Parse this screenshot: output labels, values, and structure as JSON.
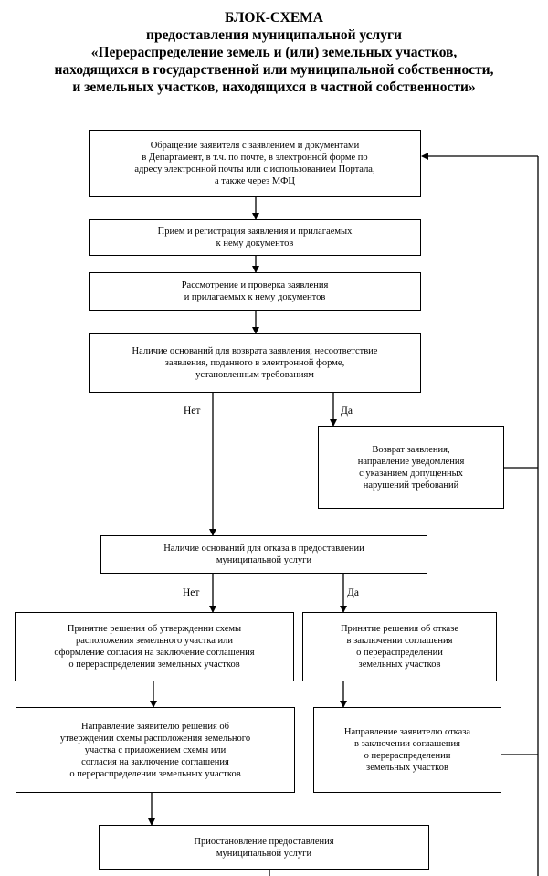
{
  "title": {
    "line1": "БЛОК-СХЕМА",
    "line2": "предоставления муниципальной услуги",
    "line3": "«Перераспределение земель и (или)  земельных участков,",
    "line4": "находящихся в государственной или муниципальной собственности,",
    "line5": "и земельных участков, находящихся в частной собственности»"
  },
  "boxes": {
    "appeal": [
      "Обращение заявителя с заявлением и документами",
      "в Департамент, в т.ч. по почте, в электронной форме по",
      "адресу  электронной почты или с использованием Портала,",
      "а также через МФЦ"
    ],
    "registration": [
      "Прием и регистрация заявления и прилагаемых",
      "к нему документов"
    ],
    "review": [
      "Рассмотрение и проверка заявления",
      "и прилагаемых к нему документов"
    ],
    "return_check": [
      "Наличие оснований для возврата заявления, несоответствие",
      "заявления, поданного в электронной форме,",
      "установленным требованиям"
    ],
    "return_app": [
      "Возврат заявления,",
      "направление уведомления",
      "с указанием допущенных",
      "нарушений требований"
    ],
    "refusal_check": [
      "Наличие оснований для отказа в предоставлении",
      "муниципальной услуги"
    ],
    "approve_decision": [
      "Принятие решения об утверждении схемы",
      "расположения земельного участка или",
      "оформление согласия на заключение соглашения",
      "о перераспределении земельных участков"
    ],
    "refusal_decision": [
      "Принятие решения об отказе",
      "в заключении соглашения",
      "о перераспределении",
      "земельных участков"
    ],
    "send_approval": [
      "Направление заявителю решения об",
      "утверждении схемы расположения земельного",
      "участка с приложением схемы или",
      "согласия на заключение соглашения",
      "о перераспределении земельных участков"
    ],
    "send_refusal": [
      "Направление заявителю отказа",
      "в заключении соглашения",
      "о перераспределении",
      "земельных участков"
    ],
    "suspension": [
      "Приостановление предоставления",
      "муниципальной услуги"
    ]
  },
  "labels": {
    "no_1": "Нет",
    "yes_1": "Да",
    "no_2": "Нет",
    "yes_2": "Да"
  }
}
